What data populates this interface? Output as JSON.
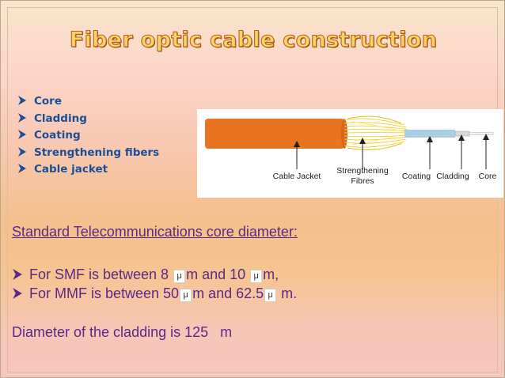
{
  "slide": {
    "title": "Fiber optic cable construction",
    "bullets": [
      "Core",
      "Cladding",
      "Coating",
      "Strengthening fibers",
      "Cable jacket"
    ],
    "diagram": {
      "labels": {
        "cable_jacket": "Cable Jacket",
        "strengthening_line1": "Strengthening",
        "strengthening_line2": "Fibres",
        "coating": "Coating",
        "cladding": "Cladding",
        "core": "Core"
      },
      "colors": {
        "jacket": "#e8741f",
        "strengthening_fibres": "#f2d23c",
        "coating": "#a9cde3",
        "cladding": "#d9d9d9",
        "core": "#f4f4f4"
      }
    },
    "section_heading": "Standard Telecommunications core diameter:",
    "smf_line": {
      "prefix": "For SMF is between 8",
      "unit": "μ",
      "middle": "m and 10",
      "suffix": "m,"
    },
    "mmf_line": {
      "prefix": "For MMF is between 50",
      "unit": "μ",
      "middle": "m and 62.5",
      "suffix": "m."
    },
    "cladding_line": {
      "text": "Diameter of the cladding is 125",
      "suffix": "m"
    },
    "accent_colors": {
      "title_fill": "#f7d36b",
      "title_outline": "#b9651a",
      "bullet_text": "#1c4f96",
      "body_text": "#5b2a86"
    },
    "icons": {
      "bullet": "arrowhead-bullet-icon"
    }
  }
}
